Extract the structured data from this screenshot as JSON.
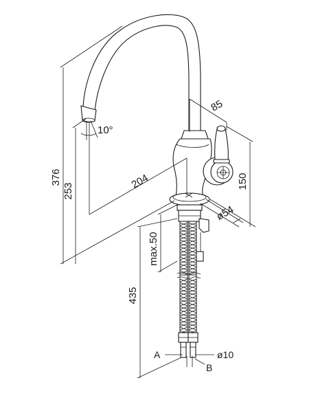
{
  "drawing": {
    "dimensions": {
      "total_height": "376",
      "spout_height": "253",
      "spout_reach": "204",
      "handle_depth": "85",
      "body_height": "150",
      "base_diameter": "ø54",
      "deck_thickness": "max.50",
      "hose_length": "435",
      "spout_angle": "10°",
      "hose_thread": "ø10"
    },
    "labels": {
      "connection_a": "A",
      "connection_b": "B"
    }
  }
}
